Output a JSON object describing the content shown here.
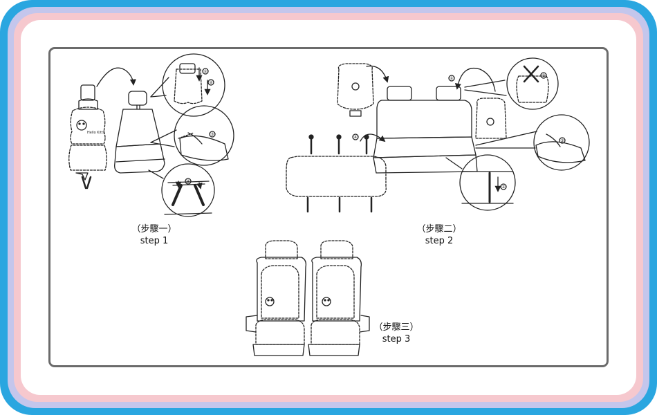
{
  "colors": {
    "frame_outer": "#2aa6e0",
    "frame_lavender": "#c4c6ec",
    "frame_pink": "#f6c8ce",
    "panel_border": "#6b6b6b",
    "line_art": "#222222"
  },
  "steps": [
    {
      "title": "（步驟一）",
      "label": "step 1"
    },
    {
      "title": "（步驟二）",
      "label": "step 2"
    },
    {
      "title": "（步驟三）",
      "label": "step 3"
    }
  ],
  "callouts": [
    "①",
    "②",
    "③",
    "④"
  ],
  "mascot_label": "Hello Kitty"
}
